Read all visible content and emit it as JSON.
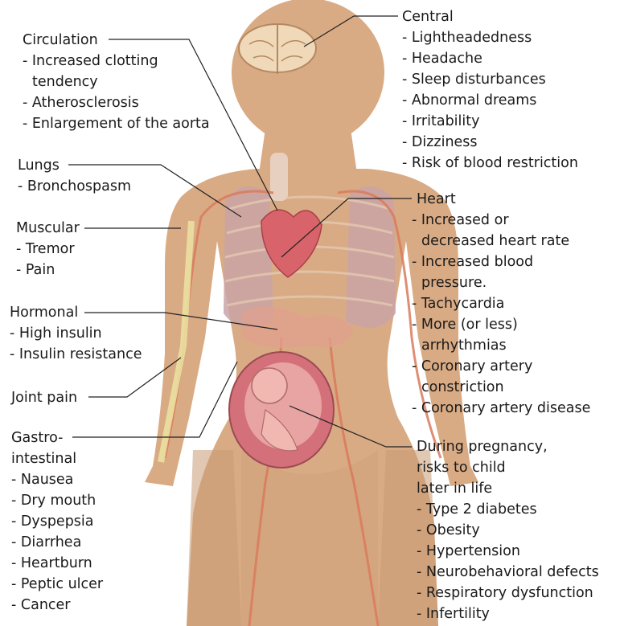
{
  "colors": {
    "skin": "#d9ab84",
    "skin_shade": "#c99b74",
    "lung": "#c9a3a6",
    "heart": "#d9636a",
    "vessel": "#d97a5a",
    "bone": "#eadfa0",
    "brain": "#f0d9b8",
    "leader": "#222222",
    "text": "#1a1a1a"
  },
  "labels": {
    "circulation": {
      "heading": "Circulation",
      "items": [
        "- Increased clotting",
        "tendency",
        "- Atherosclerosis",
        "- Enlargement of the aorta"
      ]
    },
    "lungs": {
      "heading": "Lungs",
      "items": [
        "- Bronchospasm"
      ]
    },
    "muscular": {
      "heading": "Muscular",
      "items": [
        "- Tremor",
        "- Pain"
      ]
    },
    "hormonal": {
      "heading": "Hormonal",
      "items": [
        "- High insulin",
        "- Insulin resistance"
      ]
    },
    "joint": {
      "heading": "Joint pain"
    },
    "gastro": {
      "heading": "Gastro-",
      "heading2": "intestinal",
      "items": [
        "- Nausea",
        "- Dry mouth",
        "- Dyspepsia",
        "- Diarrhea",
        "- Heartburn",
        "- Peptic ulcer",
        "- Cancer"
      ]
    },
    "central": {
      "heading": "Central",
      "items": [
        "- Lightheadedness",
        "- Headache",
        "- Sleep disturbances",
        "- Abnormal dreams",
        "- Irritability",
        "- Dizziness",
        "- Risk of blood restriction"
      ]
    },
    "heart": {
      "heading": "Heart",
      "items": [
        "- Increased or",
        "decreased heart rate",
        "- Increased blood",
        "pressure.",
        "- Tachycardia",
        "- More (or less)",
        "arrhythmias",
        "- Coronary artery",
        "constriction",
        "- Coronary artery disease"
      ]
    },
    "pregnancy": {
      "heading": "During pregnancy,",
      "heading2": "risks to child",
      "heading3": "later in life",
      "items": [
        "- Type 2 diabetes",
        "- Obesity",
        "- Hypertension",
        "- Neurobehavioral defects",
        "- Respiratory dysfunction",
        "- Infertility"
      ]
    }
  }
}
